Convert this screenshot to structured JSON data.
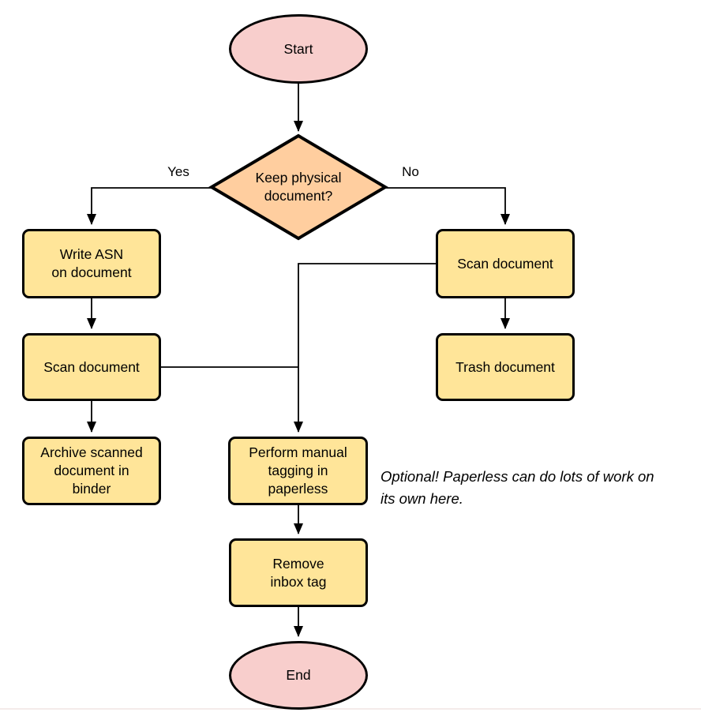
{
  "diagram": {
    "type": "flowchart",
    "colors": {
      "terminal_fill": "#F8CECC",
      "decision_fill": "#FFCE9F",
      "process_fill": "#FFE599",
      "stroke": "#000000",
      "background": "#ffffff"
    },
    "nodes": {
      "start": {
        "shape": "ellipse",
        "label": "Start"
      },
      "decision": {
        "shape": "diamond",
        "label": "Keep physical\ndocument?"
      },
      "write_asn": {
        "shape": "process",
        "label": "Write ASN\non document"
      },
      "scan_left": {
        "shape": "process",
        "label": "Scan document"
      },
      "archive": {
        "shape": "process",
        "label": "Archive scanned\ndocument in\nbinder"
      },
      "scan_right": {
        "shape": "process",
        "label": "Scan document"
      },
      "trash": {
        "shape": "process",
        "label": "Trash document"
      },
      "tagging": {
        "shape": "process",
        "label": "Perform manual\ntagging in\npaperless"
      },
      "remove_inbox": {
        "shape": "process",
        "label": "Remove\ninbox tag"
      },
      "end": {
        "shape": "ellipse",
        "label": "End"
      }
    },
    "edge_labels": {
      "yes": "Yes",
      "no": "No"
    },
    "edges": [
      "start -> decision",
      "decision -(Yes)-> write_asn",
      "decision -(No)-> scan_right",
      "write_asn -> scan_left",
      "scan_left -> archive",
      "scan_left -> tagging",
      "scan_right -> trash",
      "scan_right -> tagging",
      "tagging -> remove_inbox",
      "remove_inbox -> end"
    ],
    "note": {
      "text": "Optional! Paperless can do lots of work on\nits own here."
    }
  }
}
